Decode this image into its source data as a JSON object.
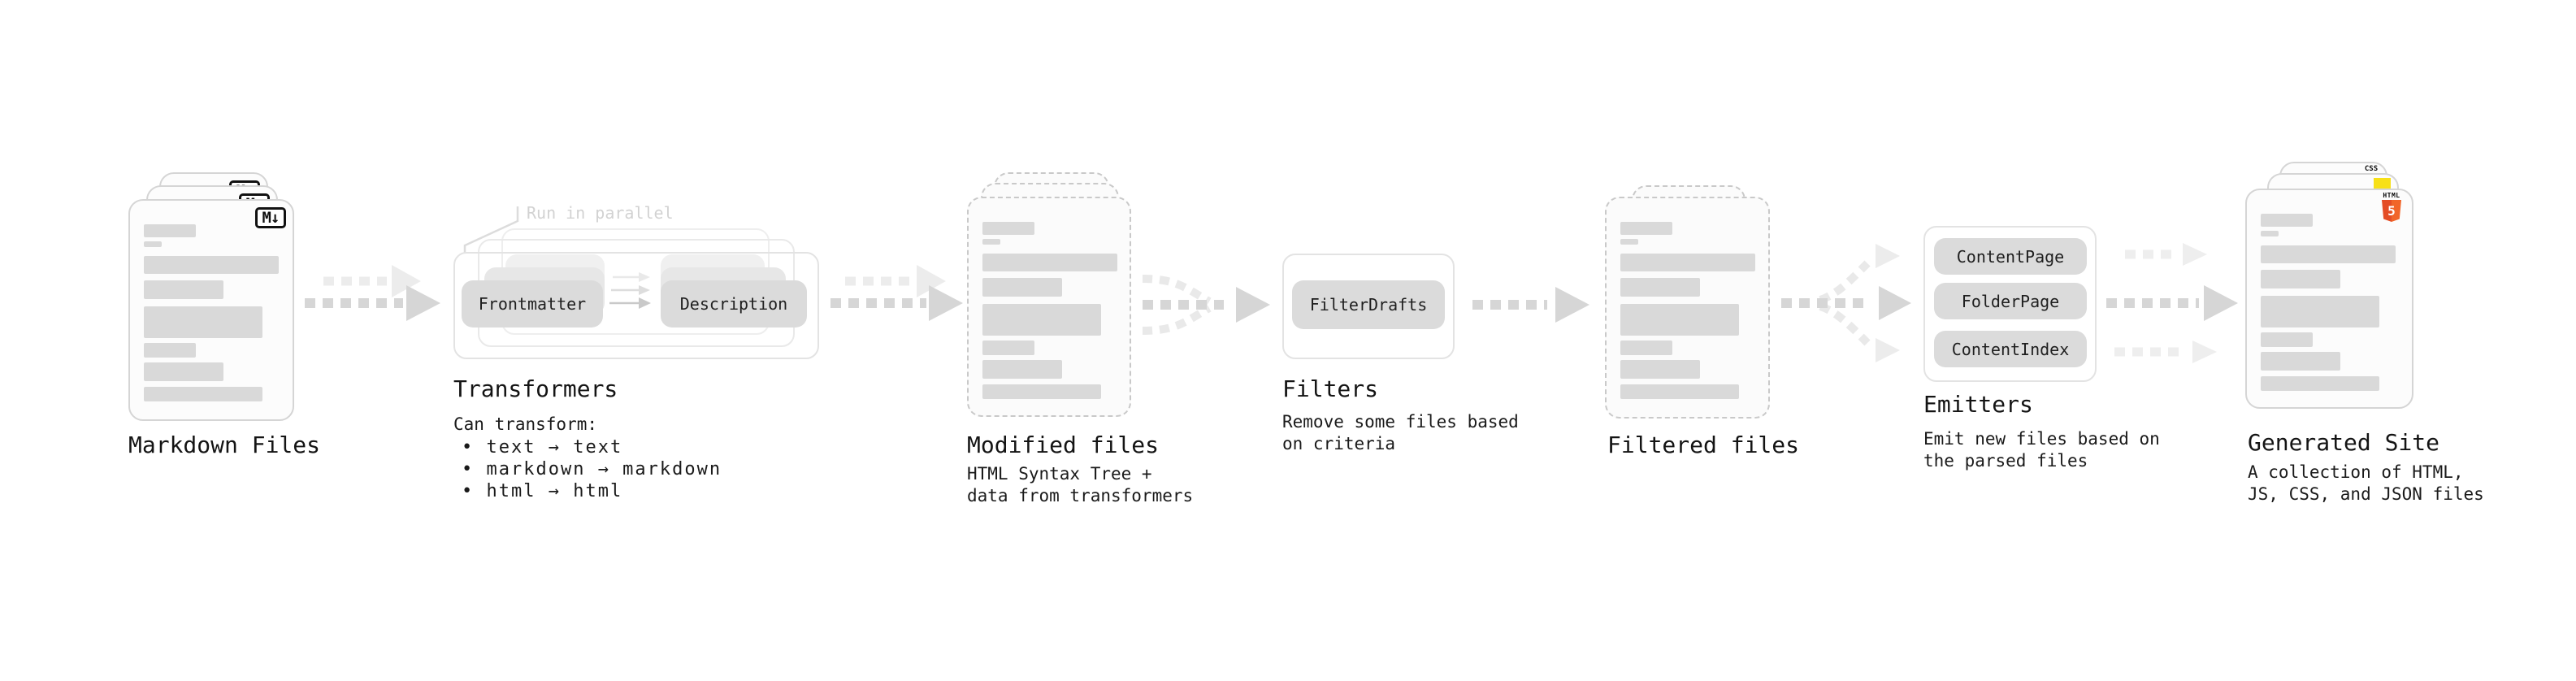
{
  "nodes": {
    "markdown_files": {
      "label": "Markdown Files",
      "badge": "M↓"
    },
    "transformers": {
      "label": "Transformers",
      "annotation": "Run in parallel",
      "pill_left": "Frontmatter",
      "pill_right": "Description",
      "desc_heading": "Can transform:",
      "bullets": [
        "• text → text",
        "• markdown → markdown",
        "• html → html"
      ]
    },
    "modified_files": {
      "label": "Modified files",
      "desc_line1": "HTML Syntax Tree +",
      "desc_line2": "data from transformers"
    },
    "filters": {
      "label": "Filters",
      "pill": "FilterDrafts",
      "desc_line1": "Remove some files based",
      "desc_line2": "on criteria"
    },
    "filtered_files": {
      "label": "Filtered files"
    },
    "emitters": {
      "label": "Emitters",
      "pills": [
        "ContentPage",
        "FolderPage",
        "ContentIndex"
      ],
      "desc_line1": "Emit new files based on",
      "desc_line2": "the parsed files"
    },
    "generated_site": {
      "label": "Generated Site",
      "desc_line1": "A collection of HTML,",
      "desc_line2": "JS, CSS, and JSON files",
      "badge_css": "CSS",
      "badge_html_top": "HTML",
      "badge_html_number": "5"
    }
  },
  "colors": {
    "arrow_main": "#d6d6d6",
    "arrow_light": "#ececec",
    "pill_bg": "#dbdbdb",
    "placeholder_bar": "#d9d9d9",
    "annotation_text": "#d2d2d2",
    "css_blue": "#2962ff",
    "js_yellow": "#f7e017",
    "html5_orange": "#e44d26"
  }
}
